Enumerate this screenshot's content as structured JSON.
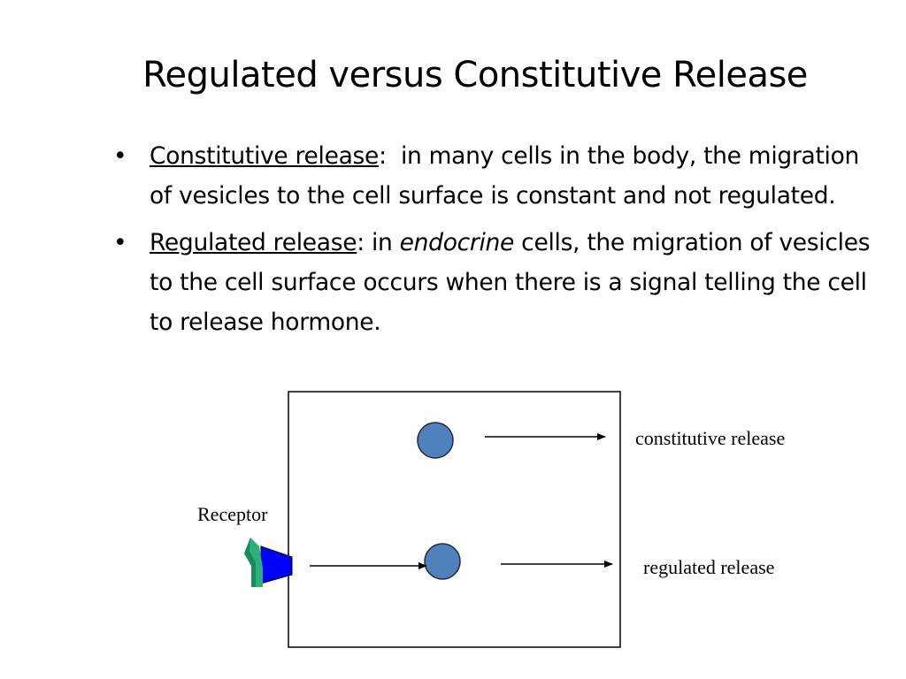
{
  "title": "Regulated versus Constitutive Release",
  "bullets": [
    {
      "marker": "•",
      "term": "Constitutive release",
      "sep": ":",
      "text_a": "  in many cells in the body, the migration of vesicles to the cell surface is constant and not regulated.",
      "emphasis": "",
      "text_b": ""
    },
    {
      "marker": "•",
      "term": "Regulated release",
      "sep": ":",
      "text_a": " in ",
      "emphasis": "endocrine",
      "text_b": " cells, the migration of vesicles to the cell surface occurs when there is a signal telling the cell to release hormone."
    }
  ],
  "diagram": {
    "labels": {
      "constitutive": "constitutive release",
      "regulated": "regulated release",
      "receptor": "Receptor"
    },
    "colors": {
      "vesicle_fill": "#4F81BD",
      "vesicle_stroke": "#1F2A44",
      "receptor_fill": "#0000FF",
      "ligand_fill": "#2AB07A",
      "ligand_dark": "#1A8A5C",
      "cell_stroke": "#000000"
    }
  }
}
